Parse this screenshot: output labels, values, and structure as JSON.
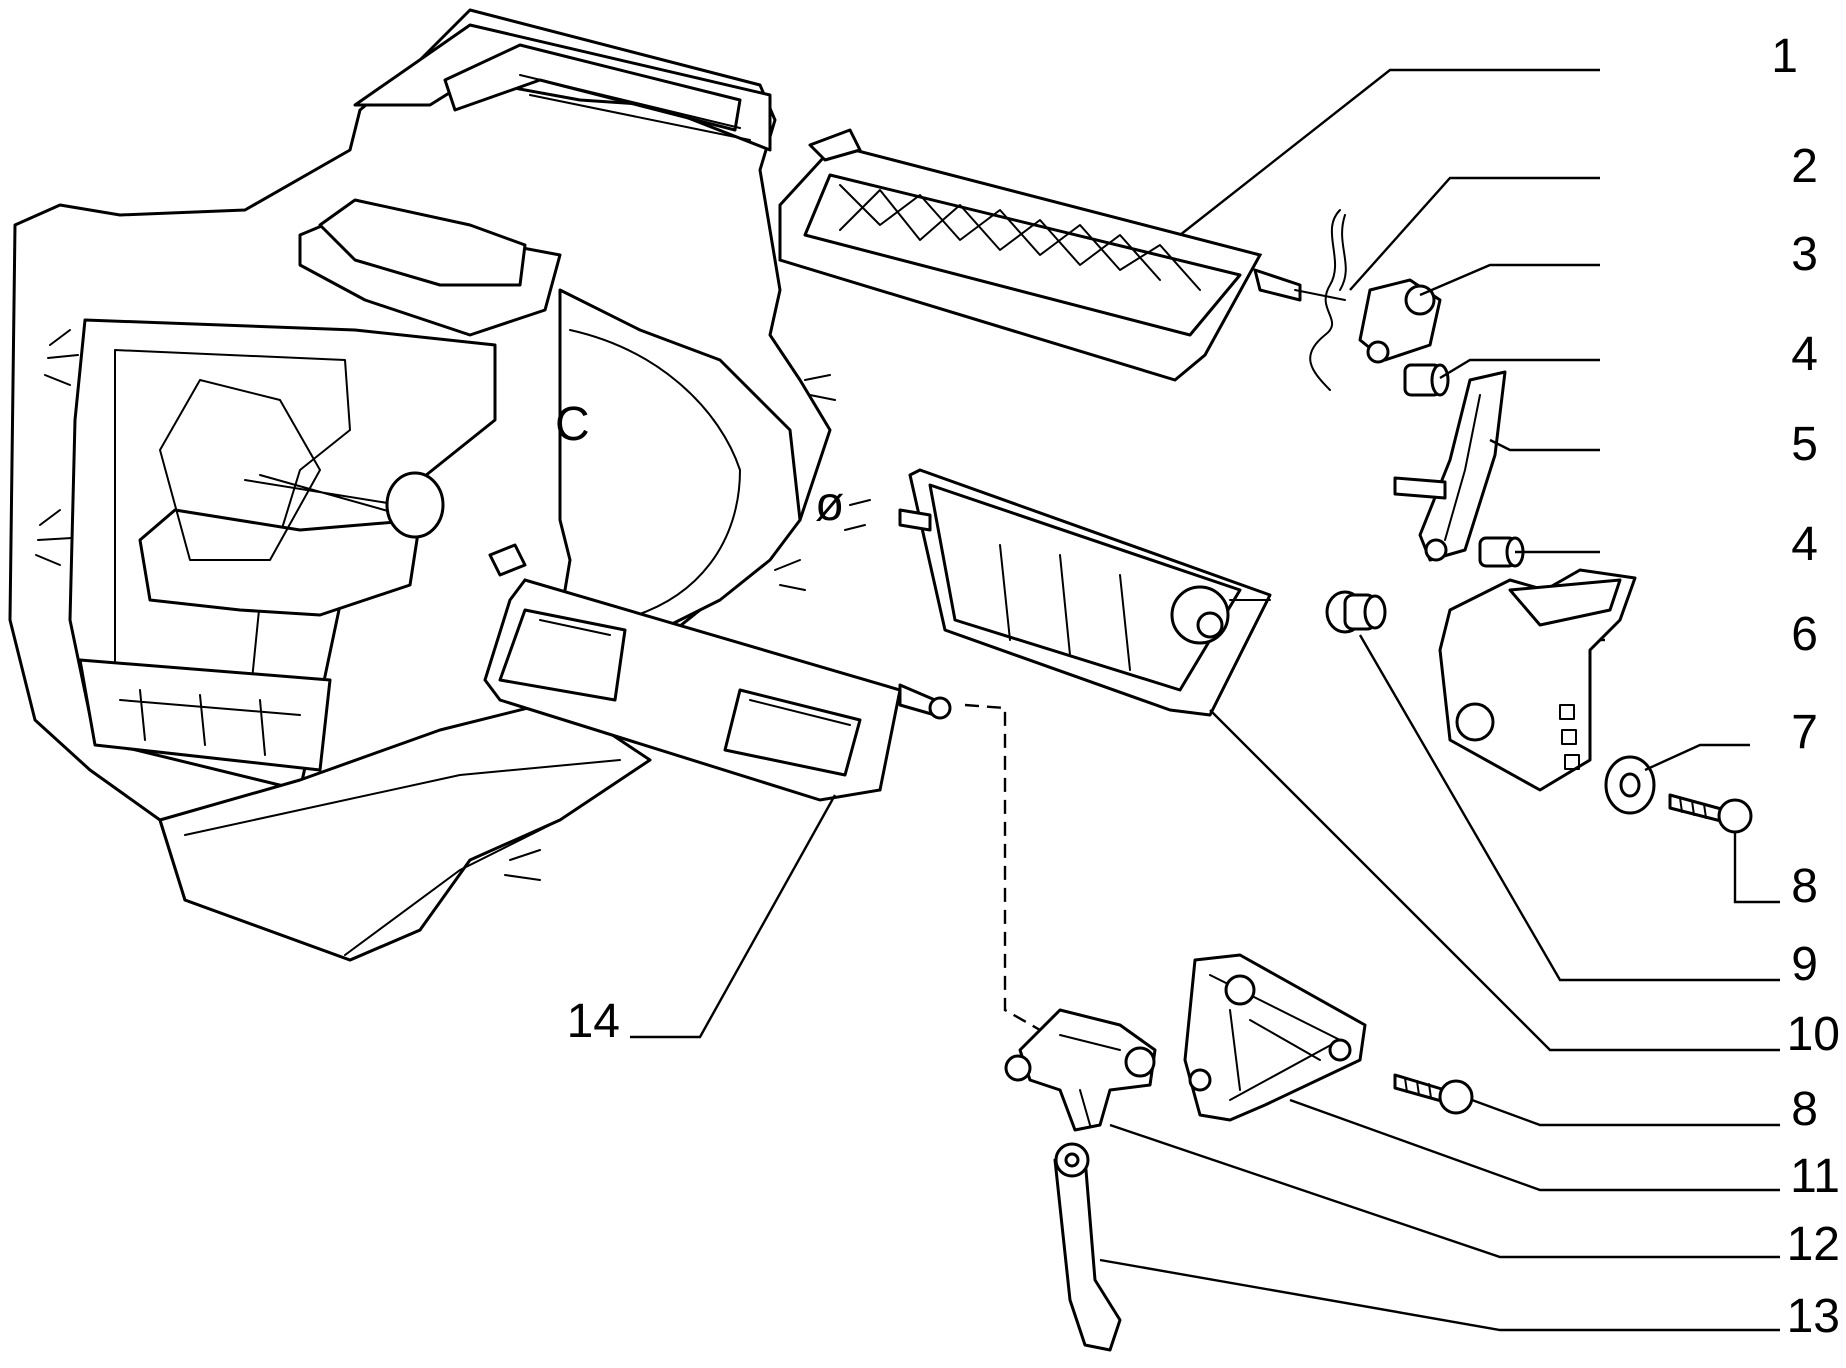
{
  "callouts": [
    {
      "id": "c1",
      "label": "1"
    },
    {
      "id": "c2",
      "label": "2"
    },
    {
      "id": "c3",
      "label": "3"
    },
    {
      "id": "c4a",
      "label": "4"
    },
    {
      "id": "c5",
      "label": "5"
    },
    {
      "id": "c4b",
      "label": "4"
    },
    {
      "id": "c6",
      "label": "6"
    },
    {
      "id": "c7",
      "label": "7"
    },
    {
      "id": "c8a",
      "label": "8"
    },
    {
      "id": "c9",
      "label": "9"
    },
    {
      "id": "c10",
      "label": "10"
    },
    {
      "id": "c8b",
      "label": "8"
    },
    {
      "id": "c11",
      "label": "11"
    },
    {
      "id": "c12",
      "label": "12"
    },
    {
      "id": "c13",
      "label": "13"
    },
    {
      "id": "c14",
      "label": "14"
    }
  ],
  "annotations": {
    "diameter_symbol": "ø"
  }
}
